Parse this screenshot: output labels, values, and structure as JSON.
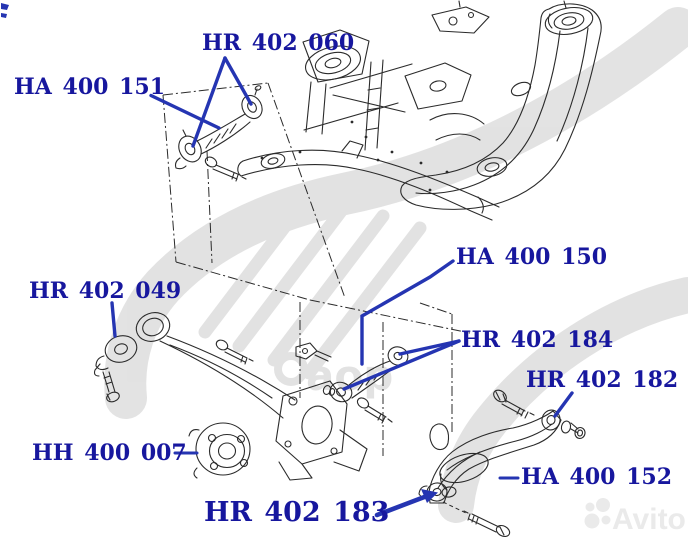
{
  "colors": {
    "background": "#ffffff",
    "label_text": "#17179e",
    "leader_line": "#2535b2",
    "line_art": "#2b2b2b",
    "watermark_gray": "#dcdcdc",
    "avito_gray": "#eaeaea"
  },
  "labels": [
    {
      "id": "hr-402-060",
      "text": "HR 402 060"
    },
    {
      "id": "ha-400-151",
      "text": "HA 400 151"
    },
    {
      "id": "ha-400-150",
      "text": "HA 400 150"
    },
    {
      "id": "hr-402-049",
      "text": "HR 402 049"
    },
    {
      "id": "hr-402-184",
      "text": "HR 402 184"
    },
    {
      "id": "hr-402-182",
      "text": "HR 402 182"
    },
    {
      "id": "hh-400-007",
      "text": "HH 400 007"
    },
    {
      "id": "ha-400-152",
      "text": "HA 400 152"
    },
    {
      "id": "hr-402-183",
      "text": "HR 402 183"
    }
  ],
  "watermark": {
    "letters": "аор",
    "brand": "Avito"
  }
}
